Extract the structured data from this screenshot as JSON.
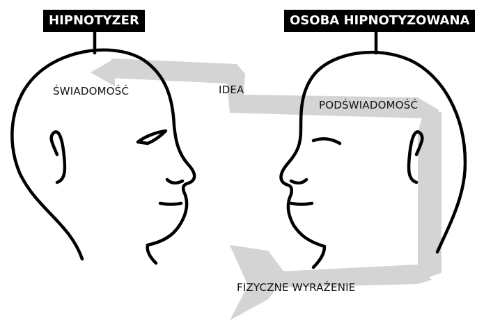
{
  "left_head": {
    "tag": "HIPNOTYZER",
    "region_label": "ŚWIADOMOŚĆ"
  },
  "right_head": {
    "tag": "OSOBA HIPNOTYZOWANA",
    "region_label": "PODŚWIADOMOŚĆ"
  },
  "flow": {
    "top_label": "IDEA",
    "bottom_label": "FIZYCZNE WYRAŻENIE"
  },
  "colors": {
    "line": "#000000",
    "arrow": "#d4d4d4",
    "tag_background": "#000000",
    "tag_text": "#ffffff"
  }
}
